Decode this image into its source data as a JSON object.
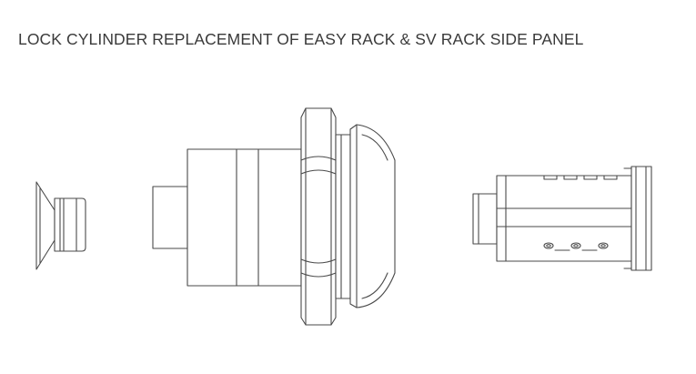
{
  "title": "LOCK CYLINDER REPLACEMENT OF EASY RACK & SV RACK SIDE PANEL",
  "colors": {
    "line": "#4a4a4a",
    "fill": "#ffffff",
    "text": "#3a3a3a"
  },
  "parts": [
    "flat-head-screw",
    "lock-housing-with-hex-nut",
    "lock-cylinder-core"
  ]
}
